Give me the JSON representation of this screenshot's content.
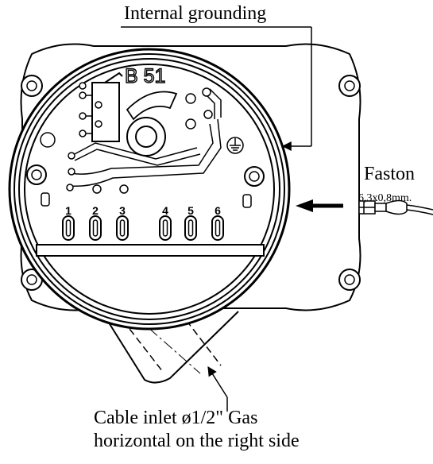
{
  "labels": {
    "internal_grounding": "Internal grounding",
    "faston": "Faston",
    "faston_size": "6,3x0,8mm.",
    "cable_inlet_line1": "Cable inlet ø1/2\" Gas",
    "cable_inlet_line2": "horizontal on the right side"
  },
  "device": {
    "model": "B 51",
    "terminals": [
      "1",
      "2",
      "3",
      "4",
      "5",
      "6"
    ]
  },
  "icons": [
    "earth-ground-icon",
    "faston-connector-icon",
    "arrow-left-icon"
  ],
  "colors": {
    "line": "#000000",
    "background": "#ffffff"
  }
}
